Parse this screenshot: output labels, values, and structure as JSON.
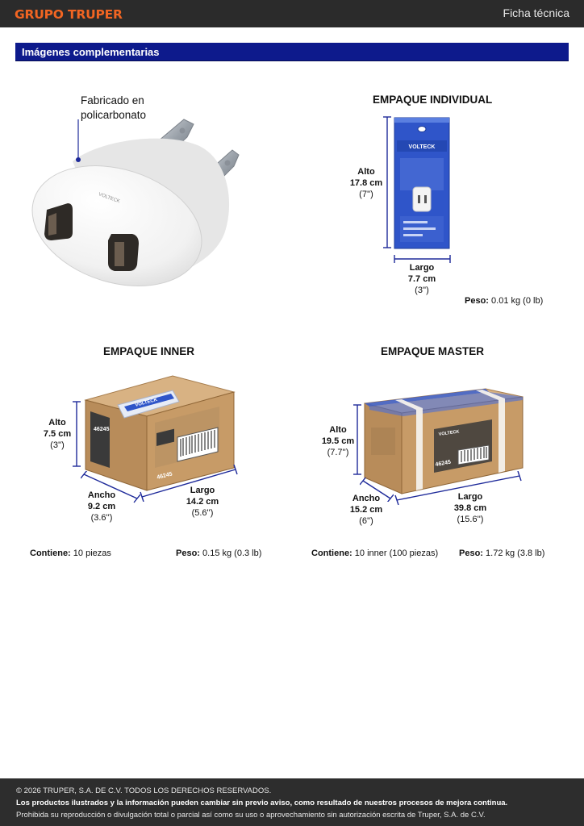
{
  "header": {
    "logo": "GRUPO TRUPER",
    "doc_type": "Ficha técnica"
  },
  "section_title": "Imágenes complementarias",
  "product": {
    "note_line1": "Fabricado en",
    "note_line2": "policarbonato",
    "brand_print": "VOLTECK"
  },
  "individual": {
    "title": "EMPAQUE INDIVIDUAL",
    "alto_label": "Alto",
    "alto_cm": "17.8 cm",
    "alto_in": "(7'')",
    "largo_label": "Largo",
    "largo_cm": "7.7 cm",
    "largo_in": "(3'')",
    "peso_label": "Peso:",
    "peso_value": "0.01 kg (0 lb)",
    "brand_print": "VOLTECK"
  },
  "inner": {
    "title": "EMPAQUE INNER",
    "alto_label": "Alto",
    "alto_cm": "7.5 cm",
    "alto_in": "(3'')",
    "ancho_label": "Ancho",
    "ancho_cm": "9.2 cm",
    "ancho_in": "(3.6'')",
    "largo_label": "Largo",
    "largo_cm": "14.2 cm",
    "largo_in": "(5.6'')",
    "contiene_label": "Contiene:",
    "contiene_value": "10 piezas",
    "peso_label": "Peso:",
    "peso_value": "0.15 kg (0.3 lb)",
    "box_code": "46245",
    "brand_print": "VOLTECK"
  },
  "master": {
    "title": "EMPAQUE MASTER",
    "alto_label": "Alto",
    "alto_cm": "19.5 cm",
    "alto_in": "(7.7'')",
    "ancho_label": "Ancho",
    "ancho_cm": "15.2 cm",
    "ancho_in": "(6'')",
    "largo_label": "Largo",
    "largo_cm": "39.8 cm",
    "largo_in": "(15.6'')",
    "contiene_label": "Contiene:",
    "contiene_value": "10 inner (100 piezas)",
    "peso_label": "Peso:",
    "peso_value": "1.72 kg (3.8 lb)",
    "box_code": "46245",
    "brand_print": "VOLTECK"
  },
  "footer": {
    "copyright": "© 2026 TRUPER, S.A. DE C.V. TODOS LOS DERECHOS RESERVADOS.",
    "notice": "Los productos ilustrados y la información pueden cambiar sin previo aviso, como resultado de nuestros procesos de mejora continua.",
    "prohibition": "Prohibida su reproducción o divulgación total o parcial así como su uso o aprovechamiento sin autorización escrita de Truper, S.A. de C.V."
  },
  "colors": {
    "brand_orange": "#f26522",
    "section_blue": "#0d1a8c",
    "dimension_blue": "#1e2a9a",
    "cardboard": "#c19a6b"
  }
}
